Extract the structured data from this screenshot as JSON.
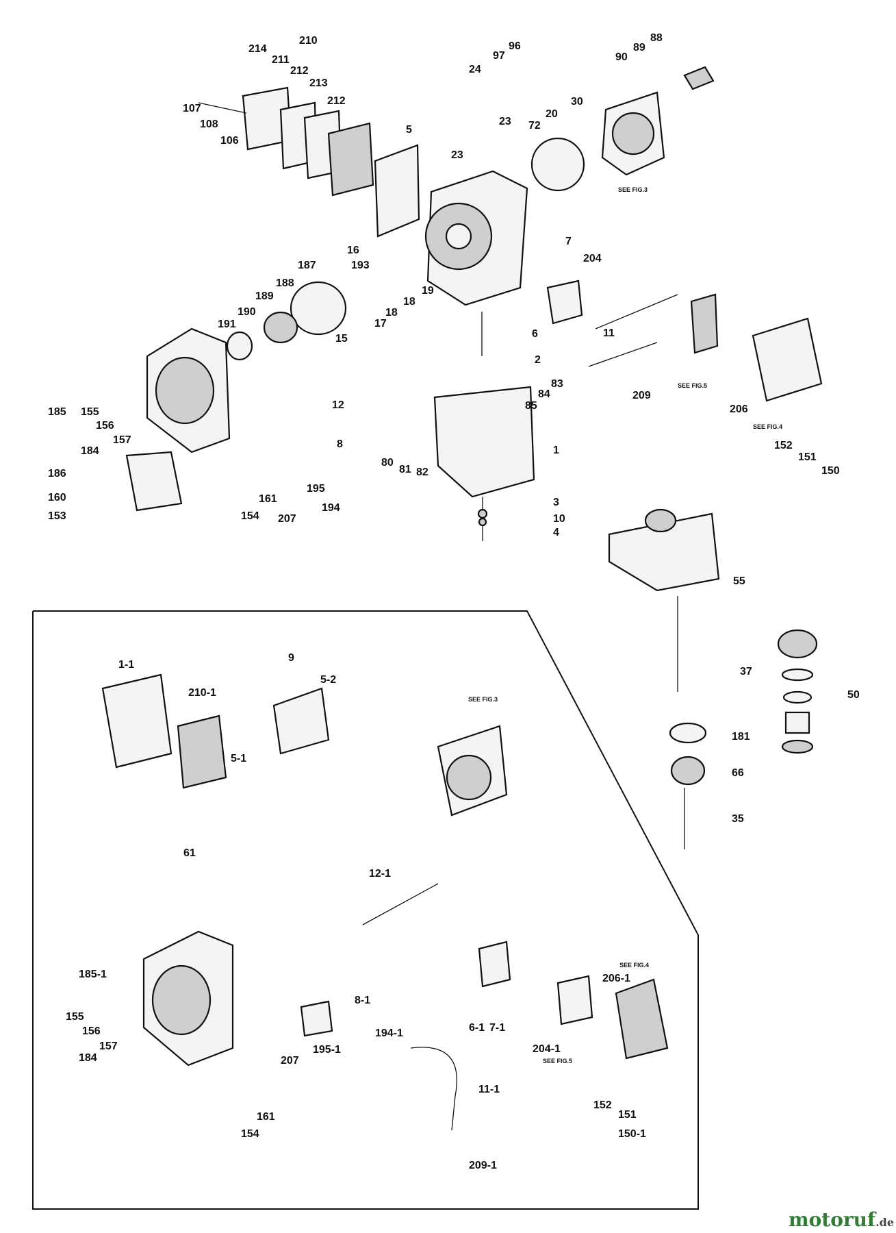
{
  "callouts": [
    "210",
    "214",
    "211",
    "212",
    "213",
    "212",
    "97",
    "96",
    "24",
    "88",
    "89",
    "90",
    "107",
    "108",
    "106",
    "23",
    "30",
    "72",
    "20",
    "5",
    "23",
    "16",
    "193",
    "187",
    "188",
    "189",
    "190",
    "191",
    "17",
    "18",
    "18",
    "19",
    "7",
    "204",
    "6",
    "185",
    "155",
    "156",
    "157",
    "184",
    "186",
    "160",
    "153",
    "2",
    "83",
    "84",
    "85",
    "12",
    "8",
    "1",
    "80",
    "81",
    "82",
    "195",
    "194",
    "161",
    "154",
    "207",
    "11",
    "209",
    "206",
    "152",
    "151",
    "150",
    "3",
    "10",
    "4",
    "55",
    "37",
    "50",
    "181",
    "66",
    "35",
    "1-1",
    "9",
    "5-2",
    "210-1",
    "5-1",
    "61",
    "12-1",
    "185-1",
    "155",
    "156",
    "157",
    "184",
    "8-1",
    "194-1",
    "195-1",
    "207",
    "161",
    "154",
    "11-1",
    "209-1",
    "6-1",
    "7-1",
    "204-1",
    "206-1",
    "152",
    "151",
    "150-1",
    "15"
  ],
  "references": [
    "SEE FIG.3",
    "SEE FIG.5",
    "SEE FIG.4",
    "SEE FIG.3",
    "SEE FIG.4",
    "SEE FIG.5"
  ],
  "watermark": {
    "brand": "motoruf",
    "suffix": ".de",
    "brand_color": "#2e7d32",
    "suffix_color": "#444444"
  }
}
